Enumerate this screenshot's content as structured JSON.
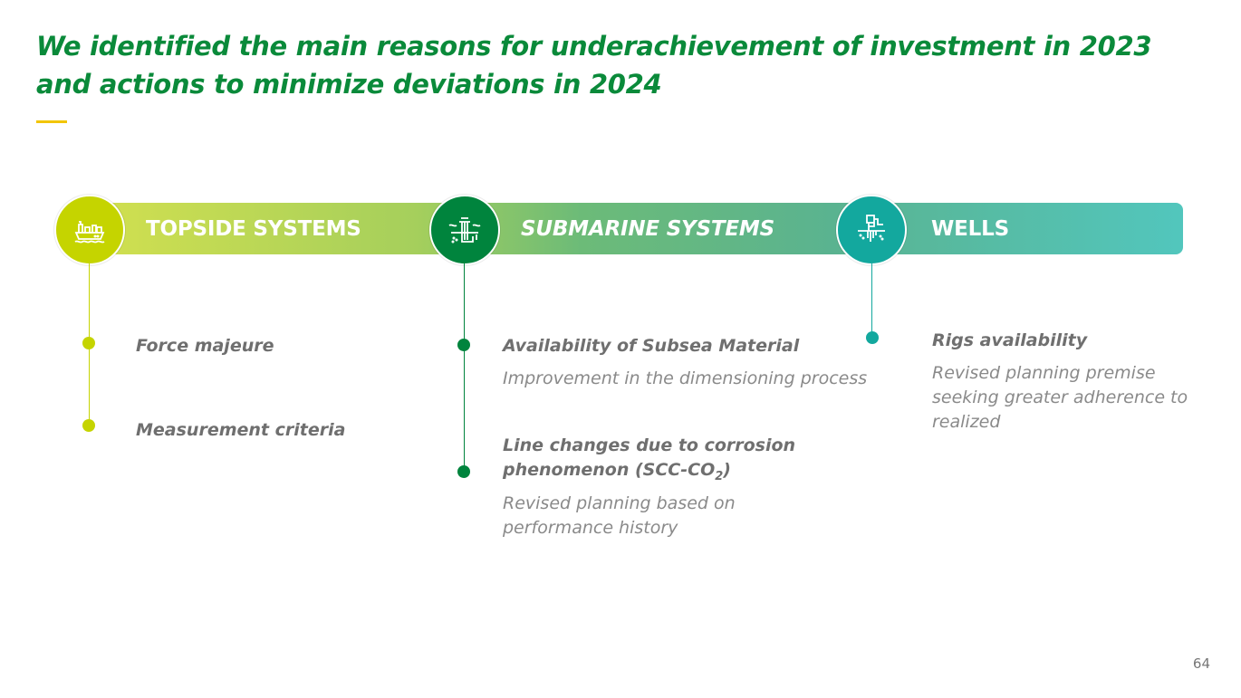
{
  "title": {
    "line1": "We identified the main reasons for underachievement of investment in 2023",
    "line2": "and actions to minimize deviations in 2024"
  },
  "colors": {
    "title": "#0a8a3a",
    "accent": "#f2c500",
    "topside": "#c5d400",
    "submarine": "#00843d",
    "wells": "#13a89e"
  },
  "sections": [
    {
      "label": "TOPSIDE SYSTEMS",
      "icon": "ship-platform-icon",
      "items": [
        {
          "title": "Force majeure"
        },
        {
          "title": "Measurement criteria"
        }
      ]
    },
    {
      "label": "SUBMARINE SYSTEMS",
      "icon": "subsea-platform-icon",
      "items": [
        {
          "title": "Availability of Subsea Material",
          "desc": [
            "Improvement in the dimensioning process"
          ]
        },
        {
          "title_line1": "Line changes due to corrosion",
          "title_line2": "phenomenon (SCC-CO",
          "title_sub": "2",
          "title_end": ")",
          "desc": [
            "Revised planning based on",
            "performance history"
          ]
        }
      ]
    },
    {
      "label": "WELLS",
      "icon": "well-rig-icon",
      "items": [
        {
          "title": "Rigs availability",
          "desc": [
            "Revised planning premise",
            "seeking greater adherence to",
            "realized"
          ]
        }
      ]
    }
  ],
  "page_number": "64"
}
